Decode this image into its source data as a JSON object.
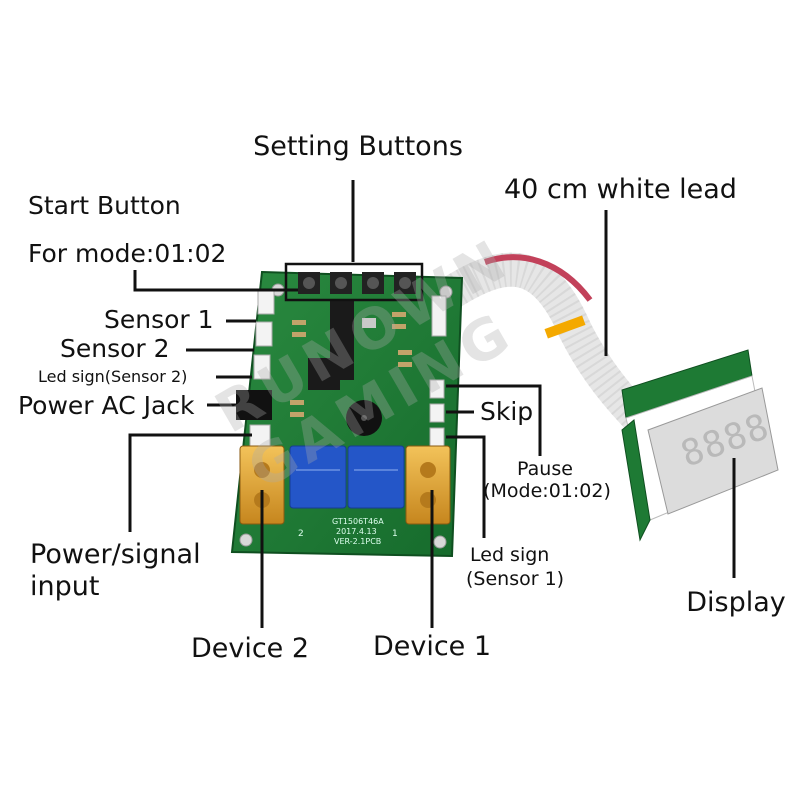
{
  "watermark": "RUNOWN GAMING",
  "labels": {
    "setting_buttons": "Setting Buttons",
    "start_button": "Start Button",
    "for_mode": "For mode:01:02",
    "sensor_1": "Sensor 1",
    "sensor_2": "Sensor 2",
    "led_sign_sensor_2": "Led sign(Sensor 2)",
    "power_ac_jack": "Power AC Jack",
    "white_lead": "40 cm white lead",
    "skip": "Skip",
    "pause": "Pause",
    "pause_mode": "(Mode:01:02)",
    "led_sign": "Led sign",
    "led_sign_sensor_1": "(Sensor 1)",
    "power_signal_1": "Power/signal",
    "power_signal_2": "input",
    "device_2": "Device 2",
    "device_1": "Device 1",
    "display": "Display"
  },
  "board_text": {
    "pcb_line1": "GT1506T46A",
    "pcb_line2": "2017.4.13",
    "pcb_line3": "VER-2.1PCB",
    "relay_mark_left": "2",
    "relay_mark_right": "1"
  },
  "display_digits": "8888",
  "colors": {
    "pcb": "#1f7a34",
    "pcb_dark": "#15602a",
    "relay": "#2456c8",
    "terminal": "#e0a531",
    "lead": "#f2f2f2",
    "digit": "#e9e9e9"
  }
}
